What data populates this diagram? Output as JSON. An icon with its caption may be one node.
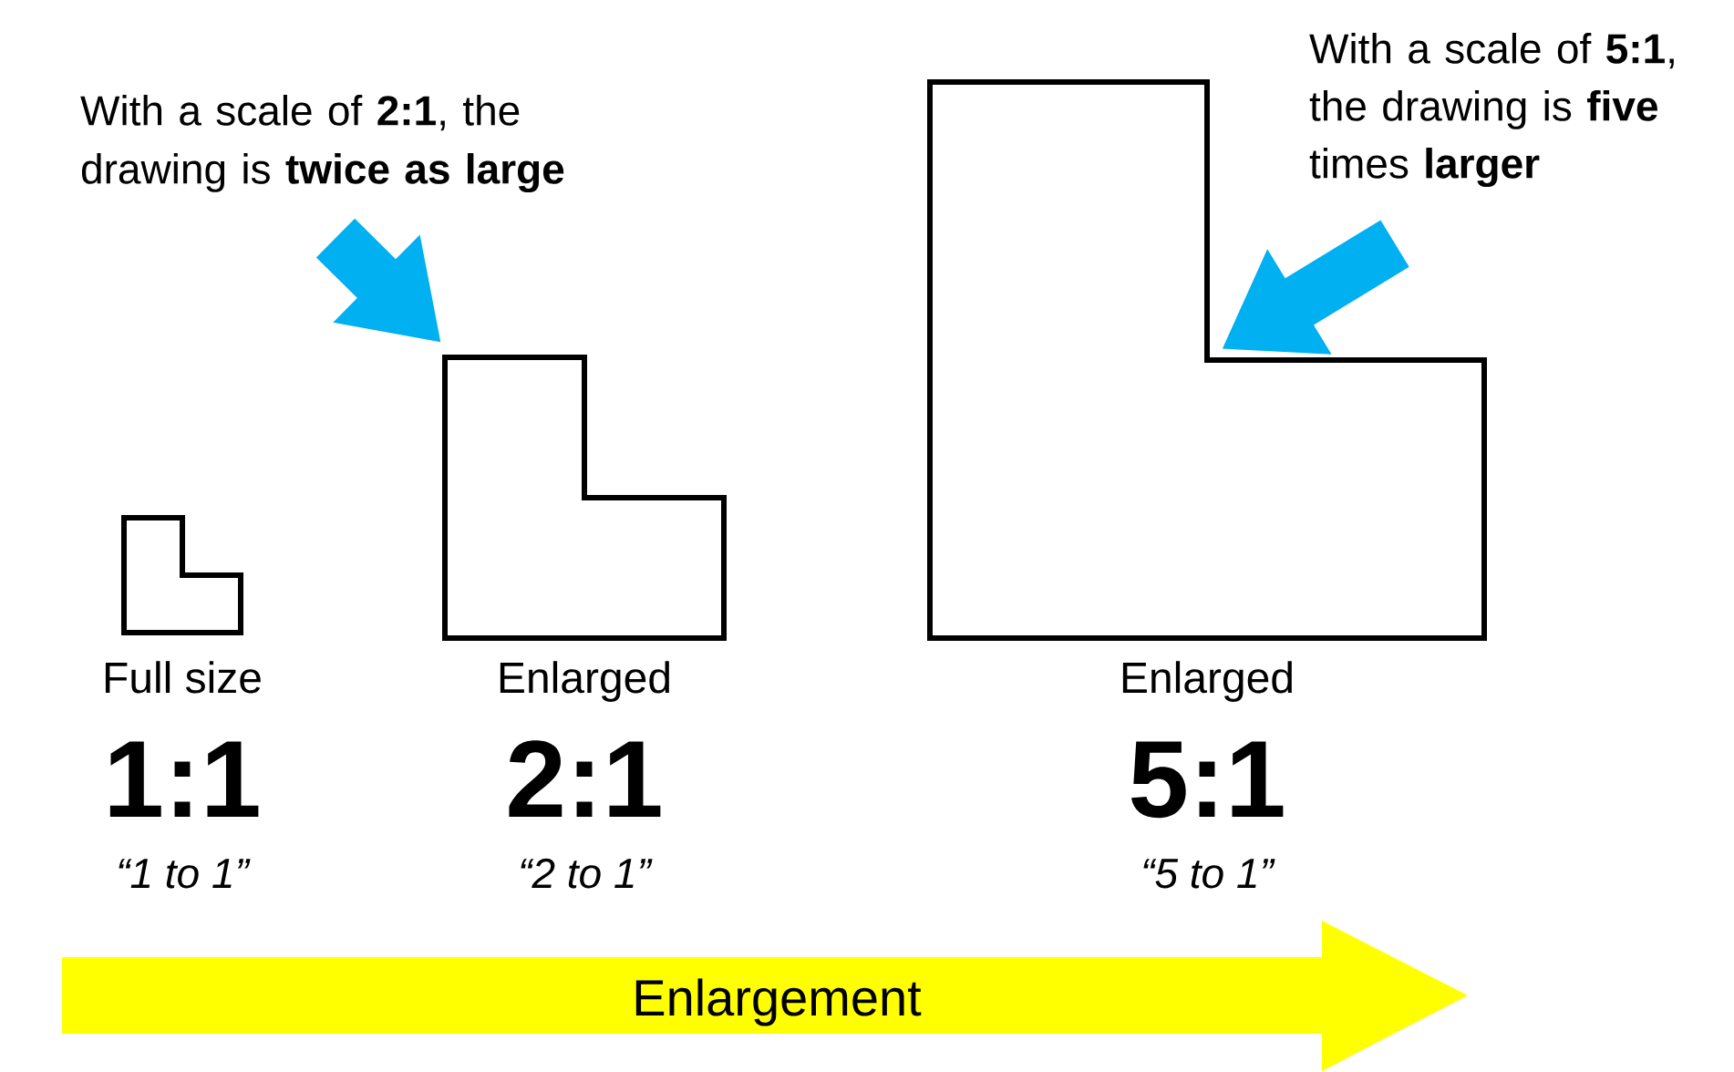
{
  "diagram": {
    "nodes": [
      {
        "text": [
          "With a scale of **2:1**, the drawing is **twice as large**"
        ]
      },
      {
        "text": [
          "With a scale of **5:1**, the drawing is **five** times **larger**"
        ]
      },
      {
        "text": [],
        "shape": "picture",
        "beside": [
          "Full size",
          "1:1",
          "“1 to 1”"
        ]
      },
      {
        "text": [],
        "shape": "picture",
        "beside": [
          "Enlarged",
          "2:1",
          "“2 to 1”"
        ]
      },
      {
        "text": [],
        "shape": "picture",
        "beside": [
          "Enlarged",
          "5:1",
          "“5 to 1”"
        ]
      },
      {
        "text": [
          "Enlargement"
        ]
      }
    ],
    "edges": [
      {
        "from": 0,
        "to": 3,
        "arrow": "to"
      },
      {
        "from": 1,
        "to": 4,
        "arrow": "to"
      }
    ]
  }
}
